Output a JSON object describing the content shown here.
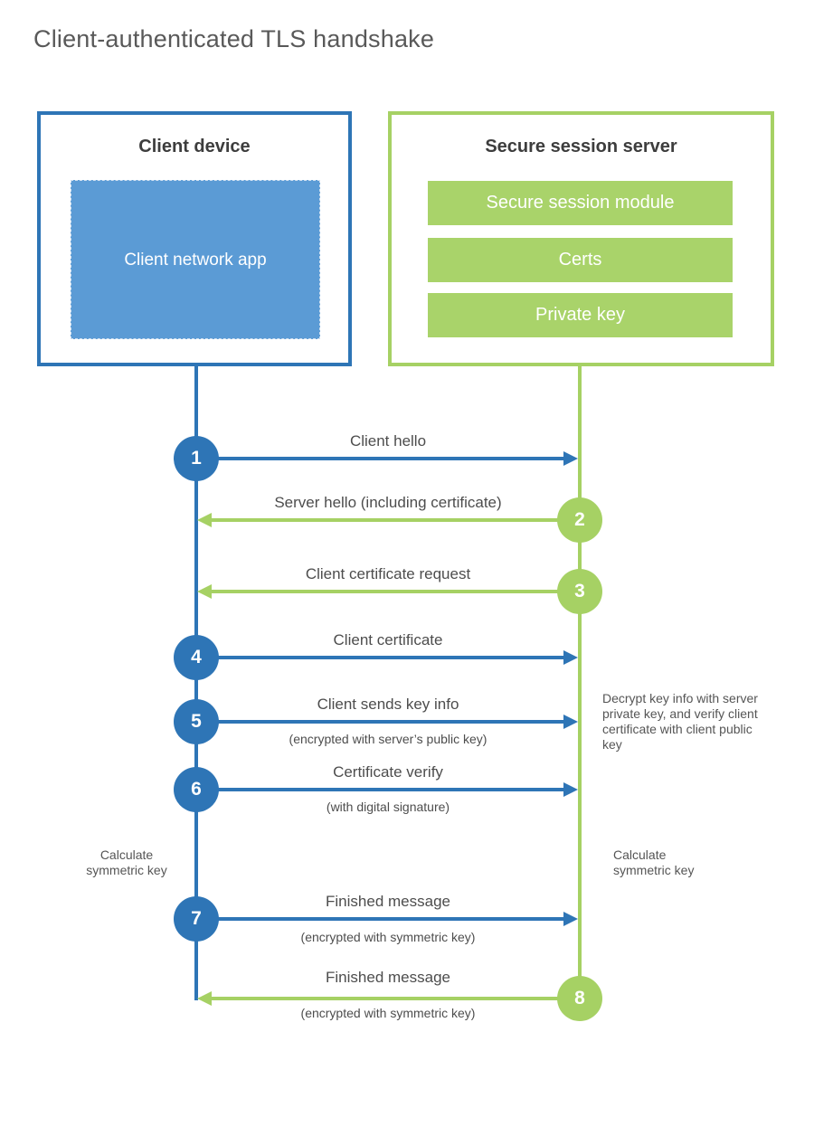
{
  "title": "Client-authenticated TLS handshake",
  "colors": {
    "blue_dark": "#2e75b6",
    "blue_light": "#5b9bd5",
    "green": "#a6d164",
    "heading_text": "#3d3d3d",
    "label_text": "#4d4d4d",
    "title_text": "#595959"
  },
  "client_box": {
    "title": "Client device",
    "app_label": "Client network app"
  },
  "server_box": {
    "title": "Secure session server",
    "modules": [
      {
        "label": "Secure session module"
      },
      {
        "label": "Certs"
      },
      {
        "label": "Private key"
      }
    ]
  },
  "steps": [
    {
      "number": "1",
      "from": "client",
      "direction": "right",
      "label": "Client hello",
      "sublabel": ""
    },
    {
      "number": "2",
      "from": "server",
      "direction": "left",
      "label": "Server hello (including certificate)",
      "sublabel": ""
    },
    {
      "number": "3",
      "from": "server",
      "direction": "left",
      "label": "Client certificate request",
      "sublabel": ""
    },
    {
      "number": "4",
      "from": "client",
      "direction": "right",
      "label": "Client certificate",
      "sublabel": ""
    },
    {
      "number": "5",
      "from": "client",
      "direction": "right",
      "label": "Client sends key info",
      "sublabel": "(encrypted with server’s public key)"
    },
    {
      "number": "6",
      "from": "client",
      "direction": "right",
      "label": "Certificate verify",
      "sublabel": "(with digital signature)"
    },
    {
      "number": "7",
      "from": "client",
      "direction": "right",
      "label": "Finished message",
      "sublabel": "(encrypted with symmetric key)"
    },
    {
      "number": "8",
      "from": "server",
      "direction": "left",
      "label": "Finished message",
      "sublabel": "(encrypted with symmetric key)"
    }
  ],
  "annotations": {
    "server_note": "Decrypt key info with server private key, and verify client certificate with client public key",
    "client_calculate": "Calculate symmetric key",
    "server_calculate": "Calculate symmetric key"
  }
}
